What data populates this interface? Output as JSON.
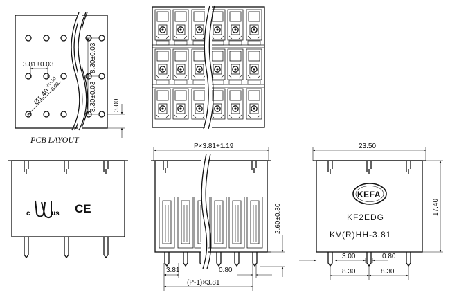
{
  "pcb_layout": {
    "caption": "PCB LAYOUT",
    "pitch": "3.81±0.03",
    "row_spacing_top": "8.30±0.03",
    "row_spacing_bottom": "8.30±0.03",
    "hole": "Ø1.40",
    "hole_tol_plus": "+0.10",
    "hole_tol_minus": "0.00",
    "edge_offset": "3.00"
  },
  "front_view": {
    "marks": {
      "ul_c": "c",
      "ul_us": "us",
      "ce": "CE"
    }
  },
  "side_view": {
    "width_top": "P×3.81+1.19",
    "pin_length": "2.60±0.30",
    "pitch_bottom": "3.81",
    "pin_width": "0.80",
    "pitch_total": "(P-1)×3.81"
  },
  "end_view": {
    "total_width": "23.50",
    "height": "17.40",
    "brand": "KEFA",
    "model": "KF2EDG",
    "model_line2": "KV(R)HH-3.81",
    "dim_300": "3.00",
    "dim_080": "0.80",
    "dim_830_left": "8.30",
    "dim_830_right": "8.30"
  },
  "colors": {
    "line": "#111111",
    "background": "#ffffff"
  }
}
